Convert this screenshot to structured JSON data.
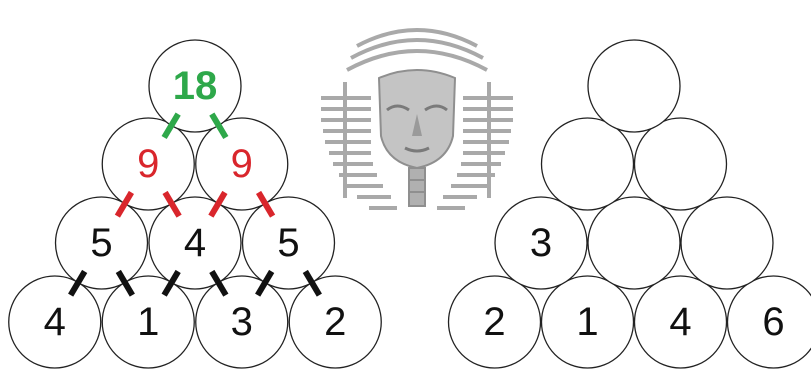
{
  "colors": {
    "green": "#2ea84a",
    "red": "#d9262c",
    "black": "#111111",
    "emblem": "#a8a8a8"
  },
  "emblem": {
    "icon": "pharaoh-head-icon"
  },
  "left_pyramid": {
    "rows": [
      {
        "values": [
          "18"
        ],
        "color": "green"
      },
      {
        "values": [
          "9",
          "9"
        ],
        "color": "red"
      },
      {
        "values": [
          "5",
          "4",
          "5"
        ],
        "color": "black"
      },
      {
        "values": [
          "4",
          "1",
          "3",
          "2"
        ],
        "color": "black"
      }
    ]
  },
  "right_pyramid": {
    "rows": [
      {
        "values": [
          ""
        ]
      },
      {
        "values": [
          "",
          ""
        ]
      },
      {
        "values": [
          "3",
          "",
          ""
        ]
      },
      {
        "values": [
          "2",
          "1",
          "4",
          "6"
        ]
      }
    ]
  }
}
